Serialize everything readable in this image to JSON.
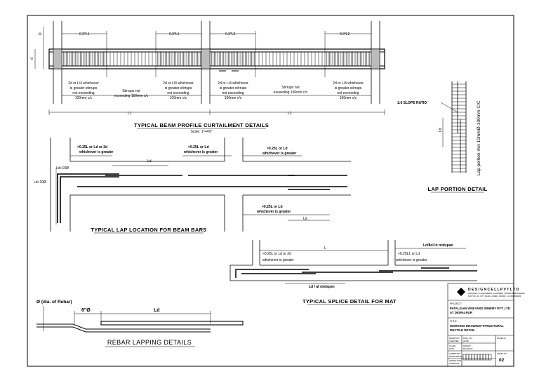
{
  "beam_profile": {
    "title": "TYPICAL BEAM PROFILE CURTAILMENT DETAILS",
    "scale": "Scale: 1\"=4'0\"",
    "dims_top": [
      "0.3*L1",
      "0.3*L1",
      "0.3*L2",
      "0.3*L2"
    ],
    "zones": [
      [
        "2d or L/4 whichever",
        "is greater stirrups",
        "not exceeding",
        "100mm c/c"
      ],
      [
        "Stirrups not",
        "exceeding 150mm c/c"
      ],
      [
        "2d or L/4 whichever",
        "is greater stirrups",
        "not exceeding",
        "100mm c/c"
      ],
      [
        "2d or L/4 whichever",
        "is greater stirrups",
        "not exceeding",
        "100mm c/c"
      ],
      [
        "Stirrups not",
        "exceeding 150mm c/c"
      ],
      [
        "2d or L/4 whichever",
        "is greater stirrups",
        "not exceeding",
        "100mm c/c"
      ]
    ],
    "spans": [
      "L1",
      "L2"
    ],
    "depth_marks": [
      "d",
      "D"
    ]
  },
  "lap_location": {
    "title": "TYPICAL LAP LOCATION FOR BEAM BARS",
    "notes": [
      [
        ">0.25L or Ld or 2d",
        "whichever is greater"
      ],
      [
        ">0.25L or Ld",
        "whichever is greater"
      ],
      [
        ">0.25L or Ld",
        "whichever is greater"
      ],
      [
        ">0.25L or Ld",
        "whichever is greater"
      ]
    ],
    "ld_labels": [
      "Ld",
      "Ld"
    ],
    "anchor_labels": [
      "Ld+10Ø",
      "Ld+10Ø"
    ]
  },
  "lap_portion": {
    "title": "LAP PORTION DETAIL",
    "slope": "1:6 SLOPE RATIO",
    "ld": "Ld",
    "vertical_note": "Lap portion min 10mmØ-100mm C/C"
  },
  "splice": {
    "title": "TYPICAL SPLICE DETAIL FOR MAT",
    "span": "L",
    "note1": [
      ">0.25L or Ld or 2d",
      "whichever is greater"
    ],
    "note2": [
      ">0.25L1 or Ld",
      "whichever is greater"
    ],
    "mid_label": "Ld / at midspan",
    "right_label": "Ld/8ol in midspan"
  },
  "rebar_lapping": {
    "title": "REBAR LAPPING DETAILS",
    "dia_label": "Ø (dia. of Rebar)",
    "offset_label": "6\"Ø",
    "ld": "Ld"
  },
  "title_block": {
    "company": "D E S I G N C E L L  P V T  L T D",
    "company_sub1": "ARCHITECTS | ENGINEERS | PLANNERS | INTERIOR DESIGNERS",
    "company_sub2": "PLOT NO. 00, CITY ROAD, LOREM - 000000 | +91 000 0000000",
    "project_label": "PROJECT:",
    "project_line1": "PATALGAM VINEYARD WINERY PVT. LTD",
    "project_line2": "AT DEWALPUR",
    "title_label": "TITLE:",
    "drawing_line1": "WORKING DRAWING=STRUCTURAL",
    "drawing_line2": "DUCTILE DETAIL",
    "left_cells": [
      "DRAWN BY",
      "CHECKED",
      "SCALE",
      "DATE",
      "SUBMITTED",
      "DESIGNED BY",
      "ISSUED FOR",
      "APPROVAL",
      "AS PER",
      "REF NO."
    ],
    "mid_cells": [
      "DWG. NO.",
      "AS/SK",
      "DRAWN",
      "REVISION",
      "PRINTED",
      "SHEET"
    ],
    "right_label": "PAGE NO.",
    "sheet_no_label": "SHEET NO.",
    "sheet_no": "02"
  }
}
